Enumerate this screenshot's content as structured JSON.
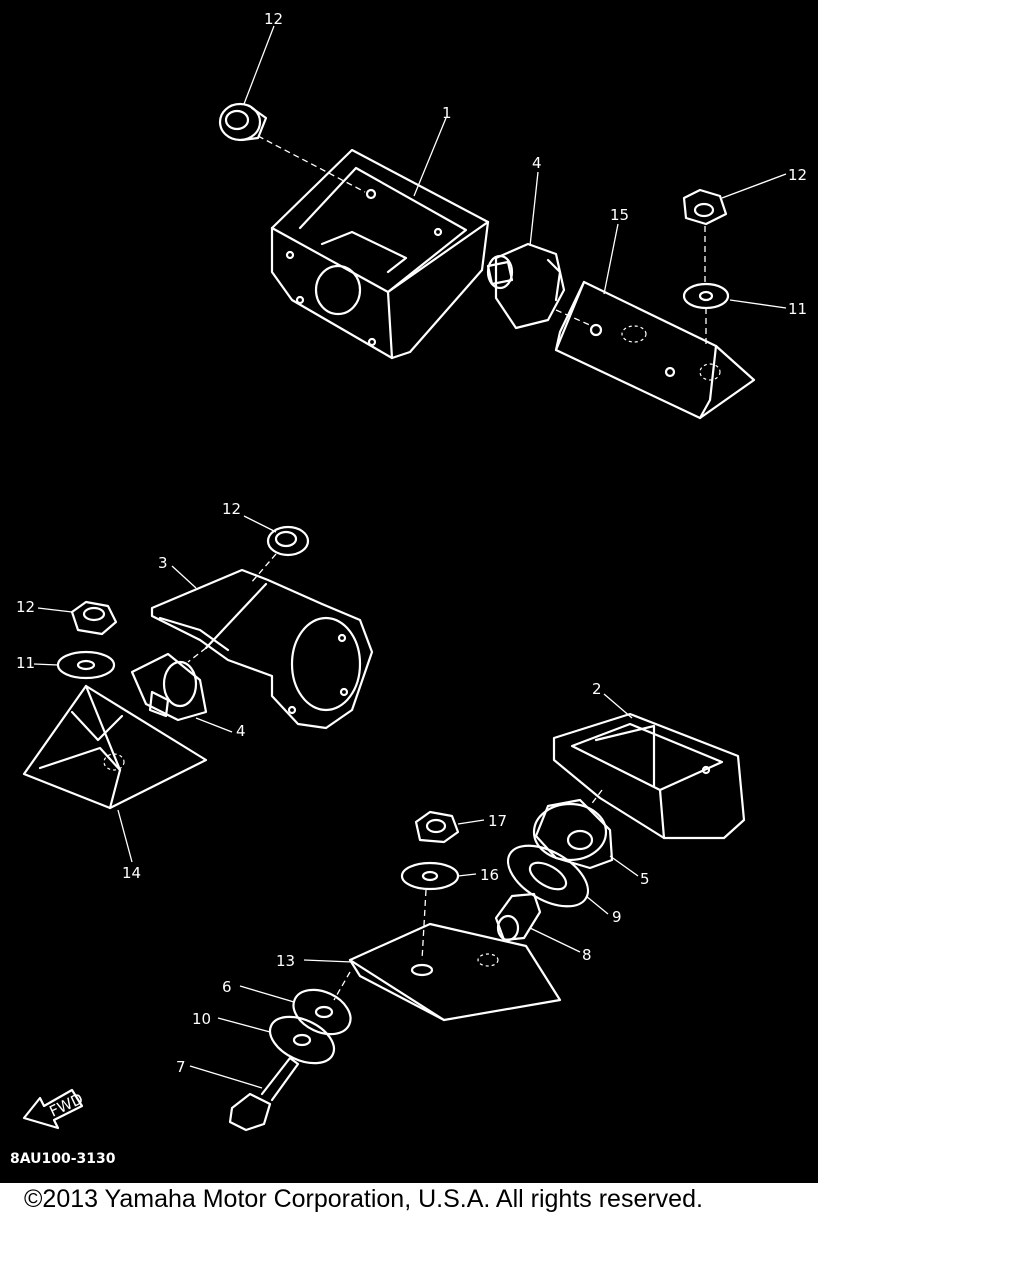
{
  "diagram": {
    "callouts": {
      "c12a": "12",
      "c1": "1",
      "c4a": "4",
      "c15": "15",
      "c12b": "12",
      "c11a": "11",
      "c12c": "12",
      "c3": "3",
      "c12d": "12",
      "c11b": "11",
      "c4b": "4",
      "c14": "14",
      "c2": "2",
      "c17": "17",
      "c5": "5",
      "c16": "16",
      "c9": "9",
      "c8": "8",
      "c13": "13",
      "c6": "6",
      "c10": "10",
      "c7": "7"
    },
    "fwd_label": "FWD",
    "drawing_code": "8AU100-3130"
  },
  "footer": {
    "copyright": "©2013 Yamaha Motor Corporation, U.S.A. All rights reserved."
  },
  "colors": {
    "panel": "#000000",
    "lines": "#ffffff",
    "page": "#ffffff"
  }
}
